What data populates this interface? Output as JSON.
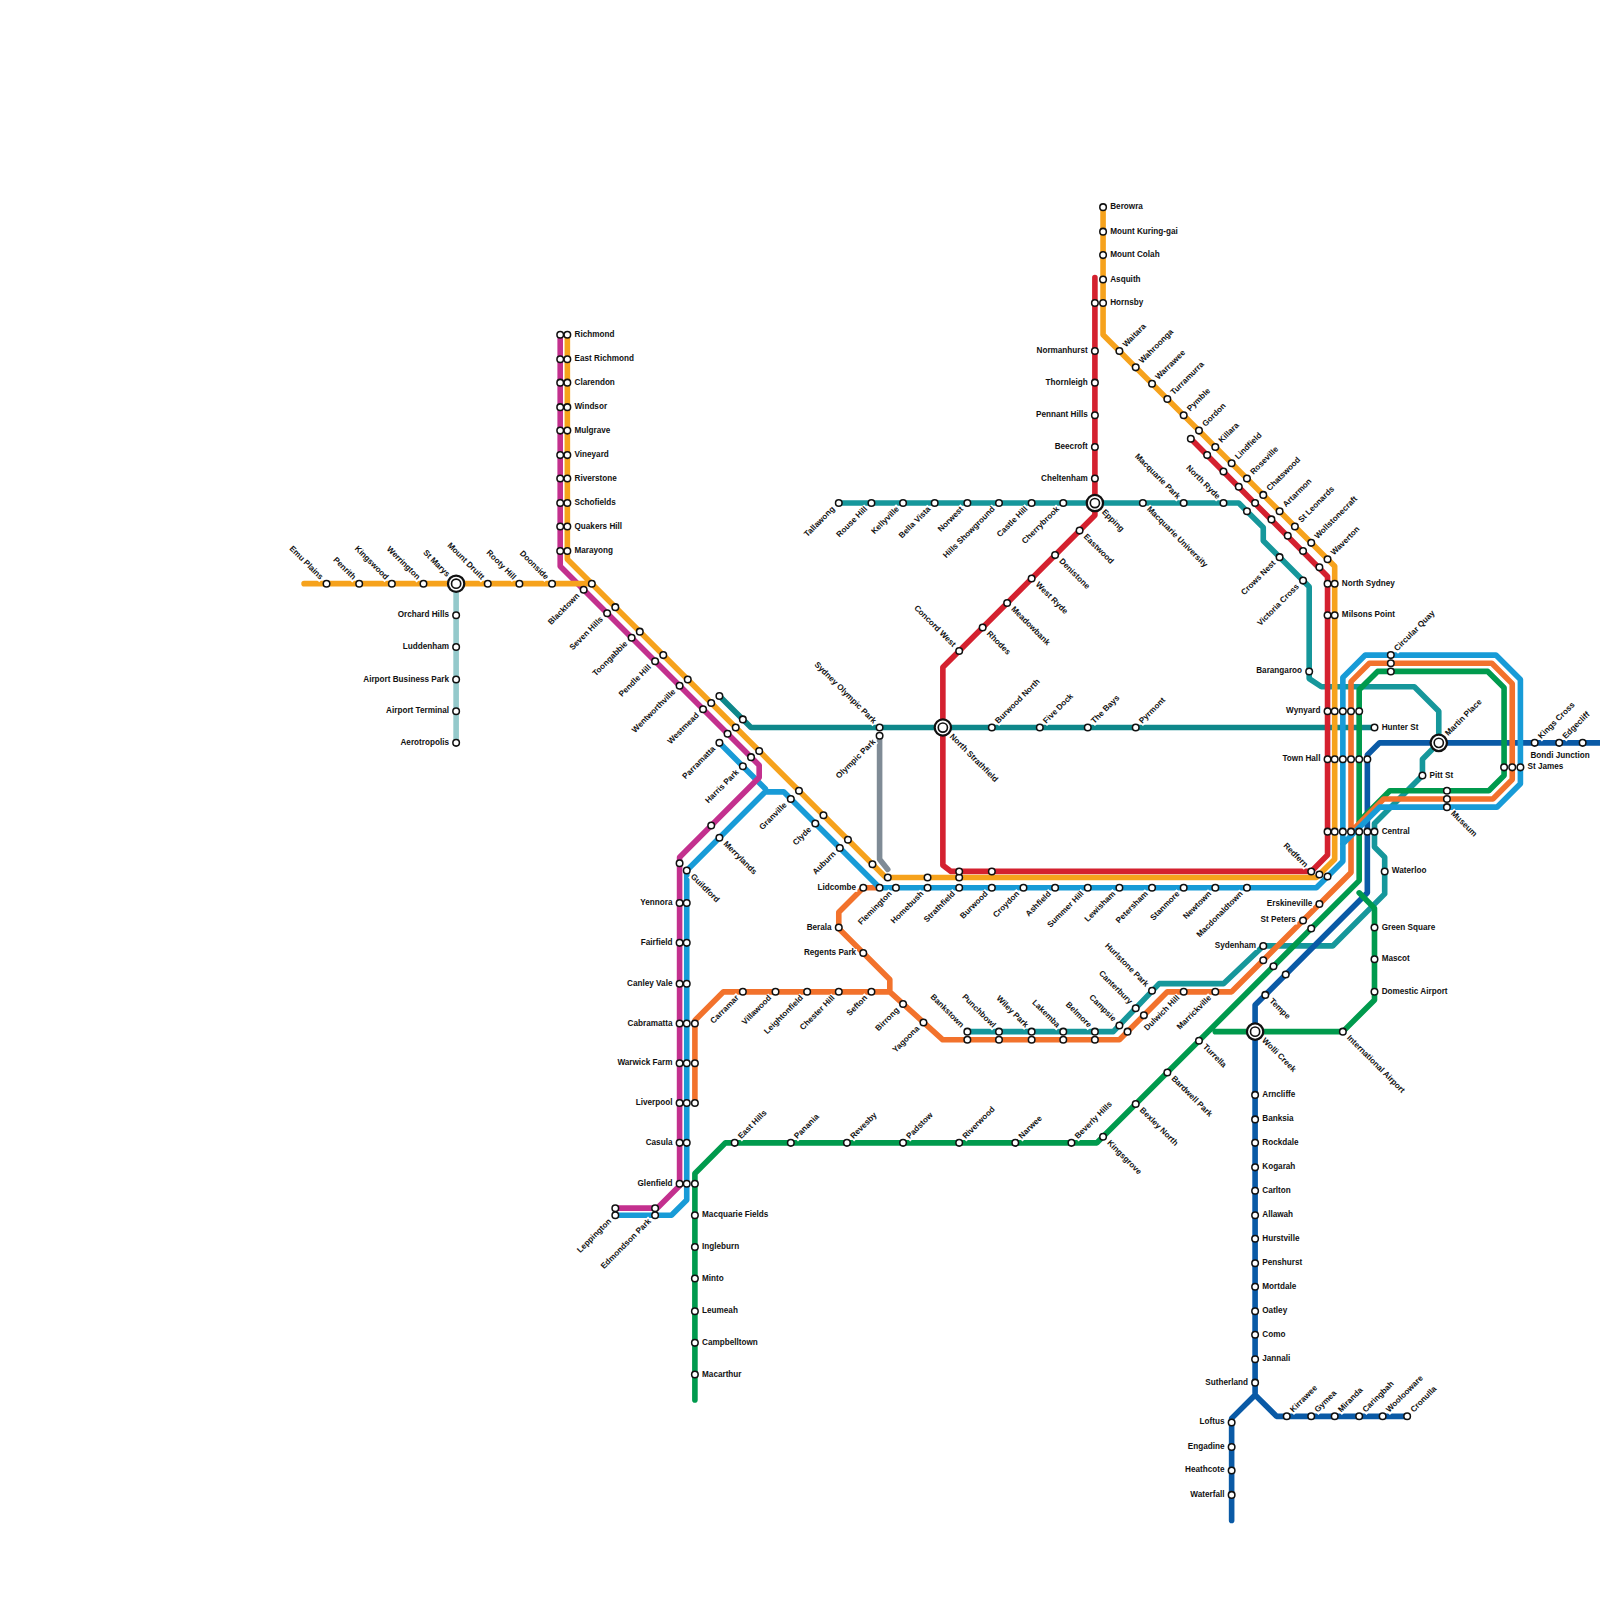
{
  "diagram": {
    "labels": [
      "Emu Plains",
      "Penrith",
      "Kingswood",
      "Werrington",
      "St Marys",
      "Mount Druitt",
      "Rooty Hill",
      "Doonside",
      "Orchard Hills",
      "Luddenham",
      "Airport Business Park",
      "Airport Terminal",
      "Aerotropolis",
      "Richmond",
      "East Richmond",
      "Clarendon",
      "Windsor",
      "Mulgrave",
      "Vineyard",
      "Riverstone",
      "Schofields",
      "Quakers Hill",
      "Marayong",
      "Blacktown",
      "Seven Hills",
      "Toongabbie",
      "Pendle Hill",
      "Wentworthville",
      "Westmead",
      "Parramatta",
      "Harris Park",
      "Merrylands",
      "Guildford",
      "Granville",
      "Clyde",
      "Auburn",
      "Lidcombe",
      "Flemington",
      "Homebush",
      "Strathfield",
      "Burwood",
      "Croydon",
      "Ashfield",
      "Summer Hill",
      "Lewisham",
      "Petersham",
      "Stanmore",
      "Newtown",
      "Macdonaldtown",
      "Redfern",
      "Berowra",
      "Mount Kuring-gai",
      "Mount Colah",
      "Asquith",
      "Hornsby",
      "Waitara",
      "Wahroonga",
      "Warrawee",
      "Turramurra",
      "Pymble",
      "Gordon",
      "Killara",
      "Lindfield",
      "Roseville",
      "Chatswood",
      "Artarmon",
      "St Leonards",
      "Wollstonecraft",
      "Waverton",
      "North Sydney",
      "Milsons Point",
      "Normanhurst",
      "Thornleigh",
      "Pennant Hills",
      "Beecroft",
      "Cheltenham",
      "Epping",
      "Eastwood",
      "Denistone",
      "West Ryde",
      "Meadowbank",
      "Rhodes",
      "Concord West",
      "Tallawong",
      "Rouse Hill",
      "Kellyville",
      "Bella Vista",
      "Norwest",
      "Hills Showground",
      "Castle Hill",
      "Cherrybrook",
      "Macquarie University",
      "Macquarie Park",
      "North Ryde",
      "Crows Nest",
      "Victoria Cross",
      "Barangaroo",
      "Sydney Olympic Park",
      "Olympic Park",
      "North Strathfield",
      "Burwood North",
      "Five Dock",
      "The Bays",
      "Pyrmont",
      "Hunter St",
      "Wynyard",
      "Town Hall",
      "Central",
      "Circular Quay",
      "Martin Place",
      "Pitt St",
      "Museum",
      "St James",
      "Kings Cross",
      "Edgecliff",
      "Bondi Junction",
      "Erskineville",
      "St Peters",
      "Sydenham",
      "Tempe",
      "Wolli Creek",
      "Arncliffe",
      "Banksia",
      "Rockdale",
      "Kogarah",
      "Carlton",
      "Allawah",
      "Hurstville",
      "Penshurst",
      "Mortdale",
      "Oatley",
      "Como",
      "Jannali",
      "Sutherland",
      "Loftus",
      "Engadine",
      "Heathcote",
      "Waterfall",
      "Kirrawee",
      "Gymea",
      "Miranda",
      "Caringbah",
      "Woolooware",
      "Cronulla",
      "Yennora",
      "Fairfield",
      "Canley Vale",
      "Cabramatta",
      "Warwick Farm",
      "Liverpool",
      "Casula",
      "Glenfield",
      "Leppington",
      "Edmondson Park",
      "Macquarie Fields",
      "Ingleburn",
      "Minto",
      "Leumeah",
      "Campbelltown",
      "Macarthur",
      "Berala",
      "Regents Park",
      "Carramar",
      "Villawood",
      "Leightonfield",
      "Chester Hill",
      "Sefton",
      "Birrong",
      "Yagoona",
      "Bankstown",
      "Punchbowl",
      "Wiley Park",
      "Lakemba",
      "Belmore",
      "Campsie",
      "Canterbury",
      "Hurlstone Park",
      "Dulwich Hill",
      "Marrickville",
      "Turrella",
      "Bardwell Park",
      "Bexley North",
      "Kingsgrove",
      "Beverly Hills",
      "Narwee",
      "Riverwood",
      "Padstow",
      "Revesby",
      "Panania",
      "East Hills",
      "International Airport",
      "Domestic Airport",
      "Mascot",
      "Green Square",
      "Waterloo"
    ]
  }
}
